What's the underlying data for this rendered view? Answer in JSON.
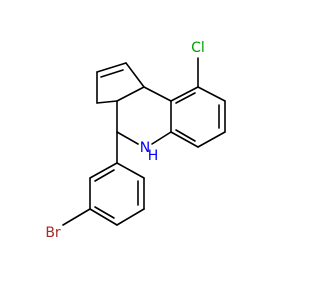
{
  "molecule": {
    "atoms": [
      {
        "id": "cl",
        "label": "Cl",
        "color": "#00a000"
      },
      {
        "id": "nh",
        "label": "N",
        "color": "#0000ff"
      },
      {
        "id": "nh_h",
        "label": "H",
        "color": "#0000ff"
      },
      {
        "id": "br",
        "label": "Br",
        "color": "#a52a2a"
      }
    ]
  }
}
